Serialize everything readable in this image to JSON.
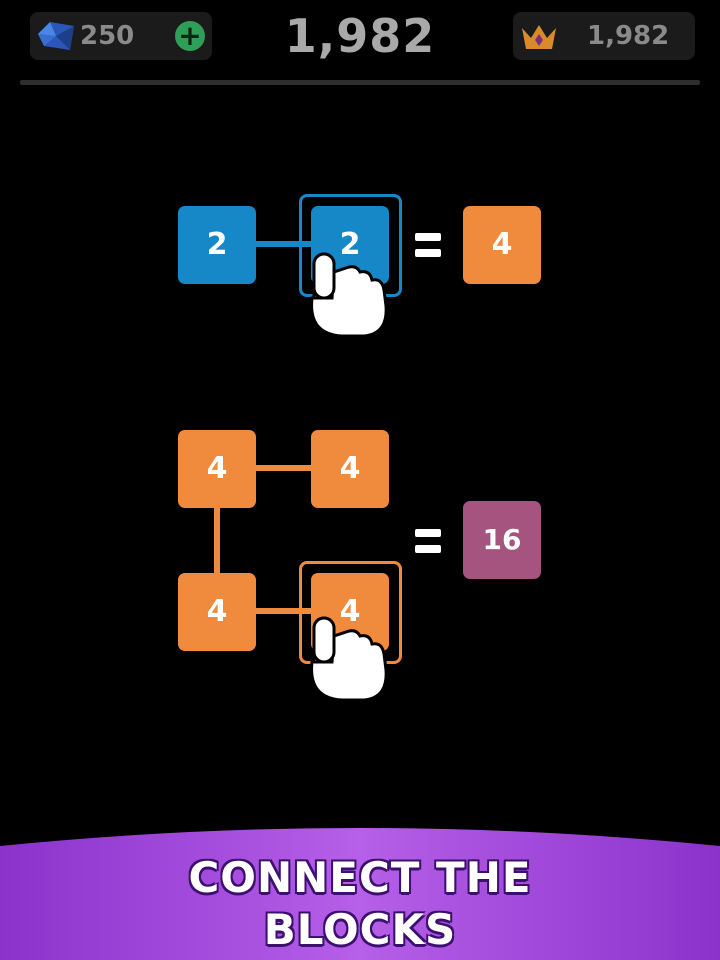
{
  "header": {
    "gems_count": "250",
    "plus_label": "+",
    "score": "1,982",
    "best_score": "1,982"
  },
  "tutorial": {
    "example1": {
      "tiles": [
        "2",
        "2"
      ],
      "result": "4"
    },
    "example2": {
      "tiles": [
        "4",
        "4",
        "4",
        "4"
      ],
      "result": "16"
    }
  },
  "banner": {
    "line1": "CONNECT THE",
    "line2": "BLOCKS"
  },
  "colors": {
    "tile_2": "#1688c7",
    "tile_4": "#f08a3d",
    "tile_16": "#a5537f",
    "banner": "#9b3fd6",
    "plus_button": "#2f9e57"
  },
  "icons": [
    "gem-icon",
    "plus-icon",
    "crown-icon",
    "hand-pointer-icon"
  ]
}
